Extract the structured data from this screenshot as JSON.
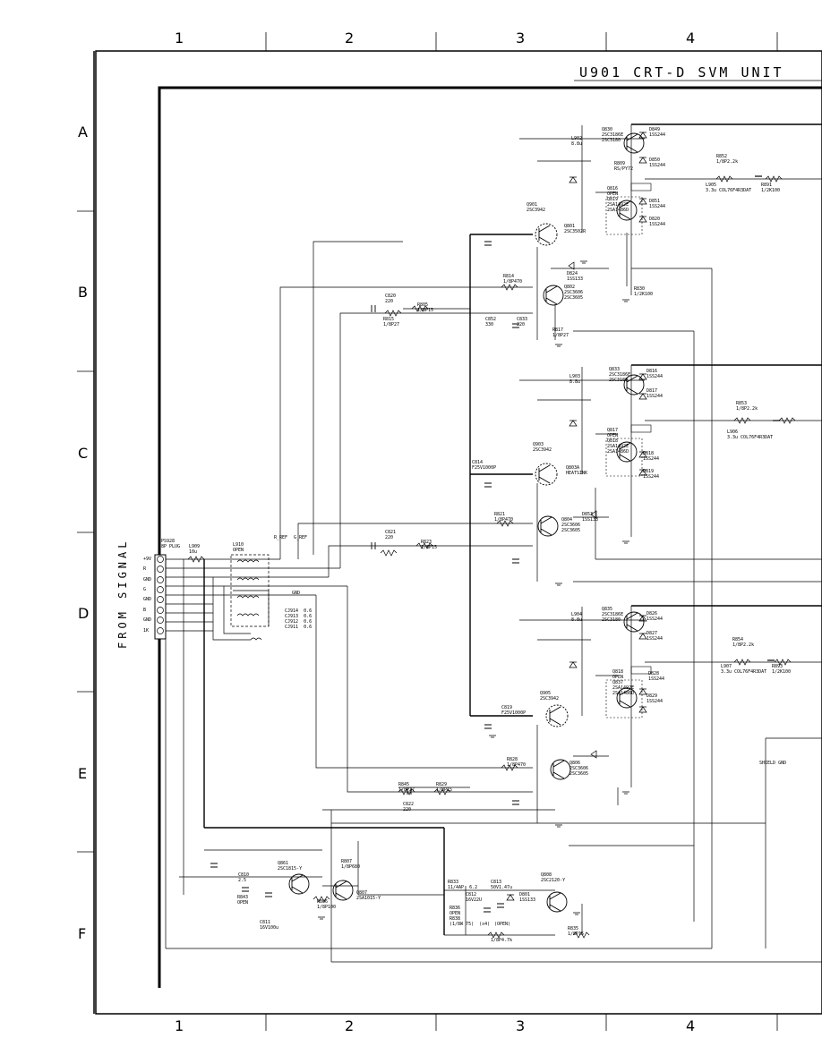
{
  "title": "U901 CRT-D SVM UNIT",
  "columns": [
    "1",
    "2",
    "3",
    "4"
  ],
  "rows": [
    "A",
    "B",
    "C",
    "D",
    "E",
    "F"
  ],
  "side_label": "FROM SIGNAL",
  "connector": {
    "ref": "PS928",
    "type": "8P PLUG",
    "pins": [
      "+9V",
      "R",
      "GND",
      "G",
      "GND",
      "B",
      "GND",
      "1K"
    ]
  },
  "nets": [
    "R_REF",
    "G_REF",
    "GND"
  ],
  "components": {
    "l909": "L909\n10u",
    "l910": "L910\nOPEN",
    "cj": "CJ914  0.6\nCJ913  0.6\nCJ912  0.6\nCJ911  0.6",
    "r_ch": {
      "q830": "Q830\n2SC3186E\n2SC3180",
      "l902": "L902\n8.8u",
      "r809": "R809\nRS/PY72",
      "q901": "Q901\n2SC3942",
      "q801": "Q801\n2SC3502R",
      "q802": "Q802\n2SC3606\n2SC3605",
      "d849": "D849\n1SS244",
      "d850": "D850\n1SS244",
      "d851": "D851\n1SS244",
      "d820": "D820\n1SS244",
      "q816": "Q816\nOPEN\nQ819\n2SA1492E\n2SA1486D",
      "r852": "R852\n1/8P2.2k",
      "l905": "L905\n3.3u COL76F4R3DAT",
      "r891": "R891\n1/2K100",
      "r814": "R814\n1/8P470",
      "c820": "C820\n220",
      "r815": "R815\n1/8P27",
      "r805": "R805\n1/8P15",
      "c852": "C852\n330",
      "c833": "C833\n220",
      "r817": "R817\n1/8P27",
      "d824": "D824\n1SS133",
      "r830": "R830\n1/2K100"
    },
    "g_ch": {
      "q833": "Q833\n2SC3186E\n2SC3180",
      "l903": "L903\n8.8u",
      "q903": "Q903\n2SC3942",
      "q803": "Q803A\nHEATSINK",
      "q804": "Q804\n2SC3606\n2SC3605",
      "q817": "Q817\nOPEN\nQ818\n2SA1492E\n2SA1486D",
      "d816": "D816\n1SS244",
      "d817": "D817\n1SS244",
      "d818": "D818\n1SS244",
      "d819": "D819\n1SS244",
      "r853": "R853\n1/8P2.2k",
      "l906": "L906\n3.3u COL76F4R3DAT",
      "r821": "R821\n1/8P470",
      "c821": "C821\n220",
      "r823": "R823\n1/8P15",
      "c814": "C814\nF25V1000P",
      "d853": "D853\n1SS133"
    },
    "b_ch": {
      "q835": "Q835\n2SC3186E\n2SC3180",
      "l904": "L904\n8.8u",
      "q905": "Q905\n2SC3942",
      "q806": "Q806\n2SC3606\n2SC3605",
      "q818": "Q818\nOPEN\nQ837\n2SA1492E\n2SA1486D",
      "d826": "D826\n1SS244",
      "d827": "D827\n1SS244",
      "d828": "D828\n1SS244",
      "d829": "D829\n1SS244",
      "r854": "R854\n1/8P2.2k",
      "l907": "L907\n3.3u COL76F4R3DAT",
      "r893": "R893\n1/2K100",
      "r828": "R828\n1/8P470",
      "r845": "R845\n1/8P27",
      "r829": "R829\n1/8P15",
      "c822": "C822\n220",
      "c819": "C819\nF25V1000P"
    },
    "lower": {
      "q861": "Q861\n2SC1815-Y",
      "q807": "Q807\n2SA1015-Y",
      "q808": "Q808\n2SC2120-Y",
      "r806": "R806\n1/8P100",
      "r807": "R807\n1/8P680",
      "c812": "C812\n16V22U",
      "c813": "C813\n50V1.47u",
      "d801": "D801\n1SS133",
      "r833": "R833\n11/4AP  6.2",
      "r836": "R836\nOPEN",
      "r838": "R838\n(1/8W 75)  (x4)",
      "r835": "R835\n1/8P15",
      "r_bottom": "1/8P4.7k",
      "r_open": "(OPEN)",
      "c810": "C810\n2.5",
      "c811": "C811\n16V100u",
      "r843": "R843\nOPEN"
    },
    "shield": "SHIELD GND"
  }
}
